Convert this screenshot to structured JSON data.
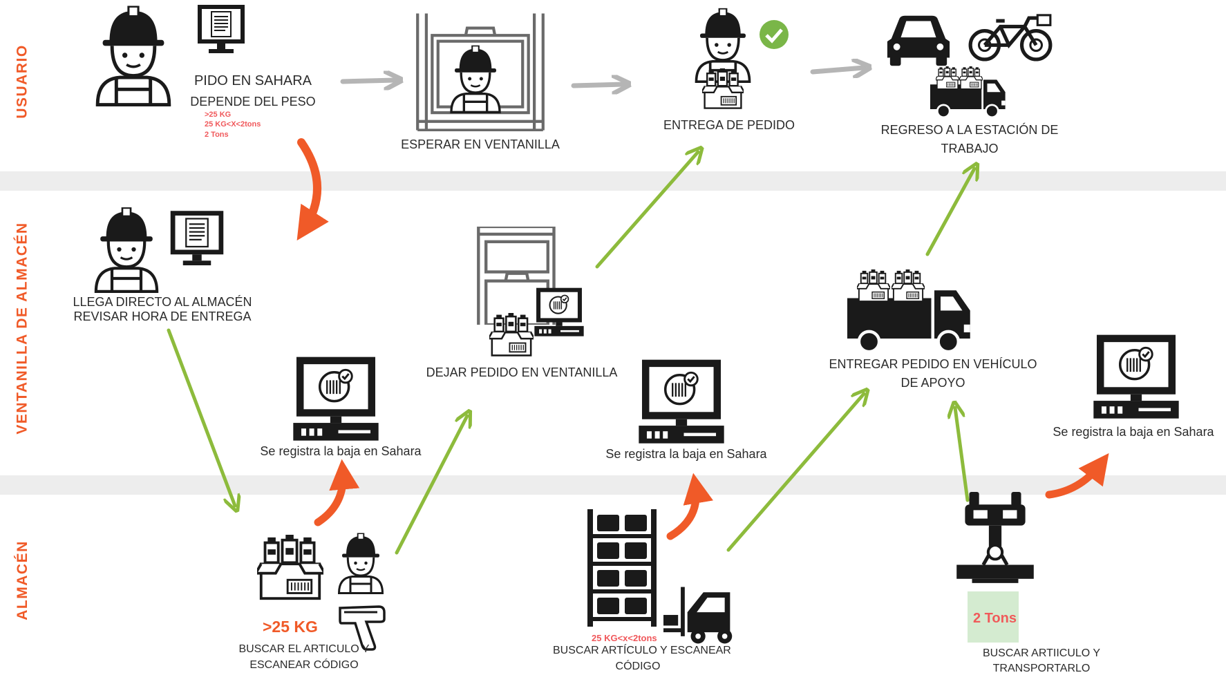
{
  "lanes": {
    "usuario": "USUARIO",
    "ventanilla": "VENTANILLA DE ALMACÉN",
    "almacen": "ALMACÉN"
  },
  "steps": {
    "pido": {
      "title": "PIDO EN SAHARA",
      "subtitle": "DEPENDE DEL PESO",
      "weights": [
        ">25 KG",
        "25 KG<X<2tons",
        "2 Tons"
      ]
    },
    "esperar": "ESPERAR EN VENTANILLA",
    "entrega": "ENTREGA DE PEDIDO",
    "regreso": [
      "REGRESO A LA ESTACIÓN DE",
      "TRABAJO"
    ],
    "llega": [
      "LLEGA  DIRECTO AL ALMACÉN",
      "REVISAR HORA DE ENTREGA"
    ],
    "baja1": "Se registra la baja en Sahara",
    "dejar": "DEJAR PEDIDO EN VENTANILLA",
    "baja2": "Se registra la baja en Sahara",
    "vehiculo": [
      "ENTREGAR PEDIDO EN VEHÍCULO",
      "DE APOYO"
    ],
    "baja3": "Se registra la baja en Sahara",
    "buscar1": {
      "weight": ">25 KG",
      "lines": [
        "BUSCAR EL ARTICULO Y",
        "ESCANEAR CÓDIGO"
      ]
    },
    "buscar2": {
      "weight": "25 KG<x<2tons",
      "lines": [
        "BUSCAR ARTÍCULO Y ESCANEAR",
        "CÓDIGO"
      ]
    },
    "buscar3": {
      "weight": "2 Tons",
      "lines": [
        "BUSCAR ARTIICULO Y",
        "TRANSPORTARLO"
      ]
    }
  },
  "colors": {
    "lane": "#f05a28",
    "weightRed": "#f0585b",
    "green": "#8dbb3c",
    "orange": "#f05a28",
    "gray": "#b5b5b5",
    "band": "#ededed",
    "check": "#7ab648",
    "tonsBox": "#d4ebd0"
  },
  "icons": [
    "worker-icon",
    "computer-icon",
    "elevator-window-icon",
    "check-icon",
    "car-icon",
    "bicycle-icon",
    "truck-icon",
    "boxes-icon",
    "scanner-icon",
    "shelf-icon",
    "forklift-icon",
    "crane-icon"
  ]
}
